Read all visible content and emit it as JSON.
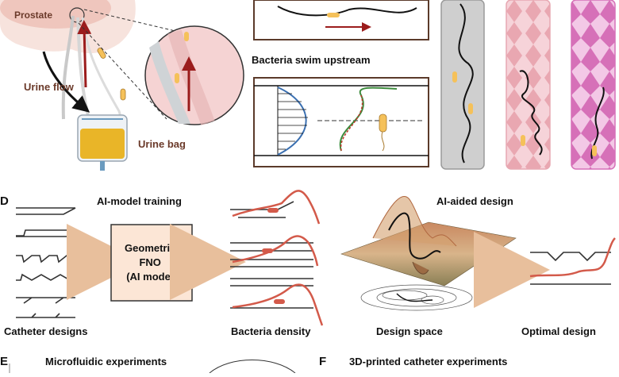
{
  "panel_a": {
    "prostate_label": "Prostate",
    "urine_flow_label": "Urine flow",
    "urine_bag_label": "Urine bag"
  },
  "panel_b": {
    "swim_label": "Bacteria swim upstream"
  },
  "panel_d": {
    "letter": "D",
    "training_title": "AI-model training",
    "model_box": [
      "Geometric",
      "FNO",
      "(AI model)"
    ],
    "catheter_designs_label": "Catheter designs",
    "bacteria_density_label": "Bacteria density",
    "design_title": "AI-aided design",
    "design_space_label": "Design space",
    "optimal_design_label": "Optimal design"
  },
  "panel_e": {
    "letter": "E",
    "title": "Microfluidic experiments"
  },
  "panel_f": {
    "letter": "F",
    "title": "3D-printed catheter experiments"
  },
  "colors": {
    "brown_text": "#6b3a2a",
    "density_curve": "#d35a4a",
    "arrow_tan": "#e8bf9c",
    "model_box_fill": "#fce6d6",
    "bag_liquid": "#e9b528",
    "bacteria": "#f5c15a"
  }
}
